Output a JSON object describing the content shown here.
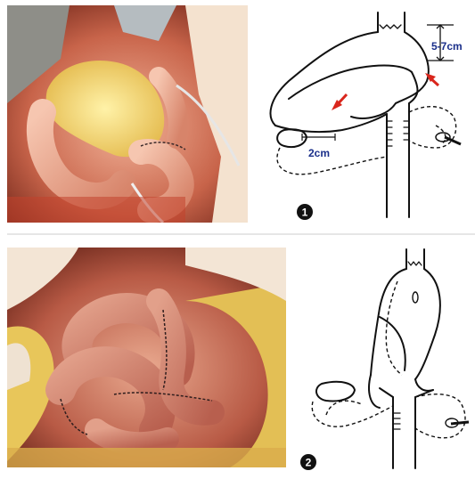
{
  "figure": {
    "panel1": {
      "number": "1",
      "labels": {
        "distance_top": "5-7cm",
        "distance_bottom": "2cm"
      }
    },
    "panel2": {
      "number": "2"
    }
  },
  "colors": {
    "label_blue": "#1a2f8a",
    "arrow_red": "#d9261c",
    "tissue_pink": "#d98a78",
    "fat_yellow": "#e8c65a"
  }
}
